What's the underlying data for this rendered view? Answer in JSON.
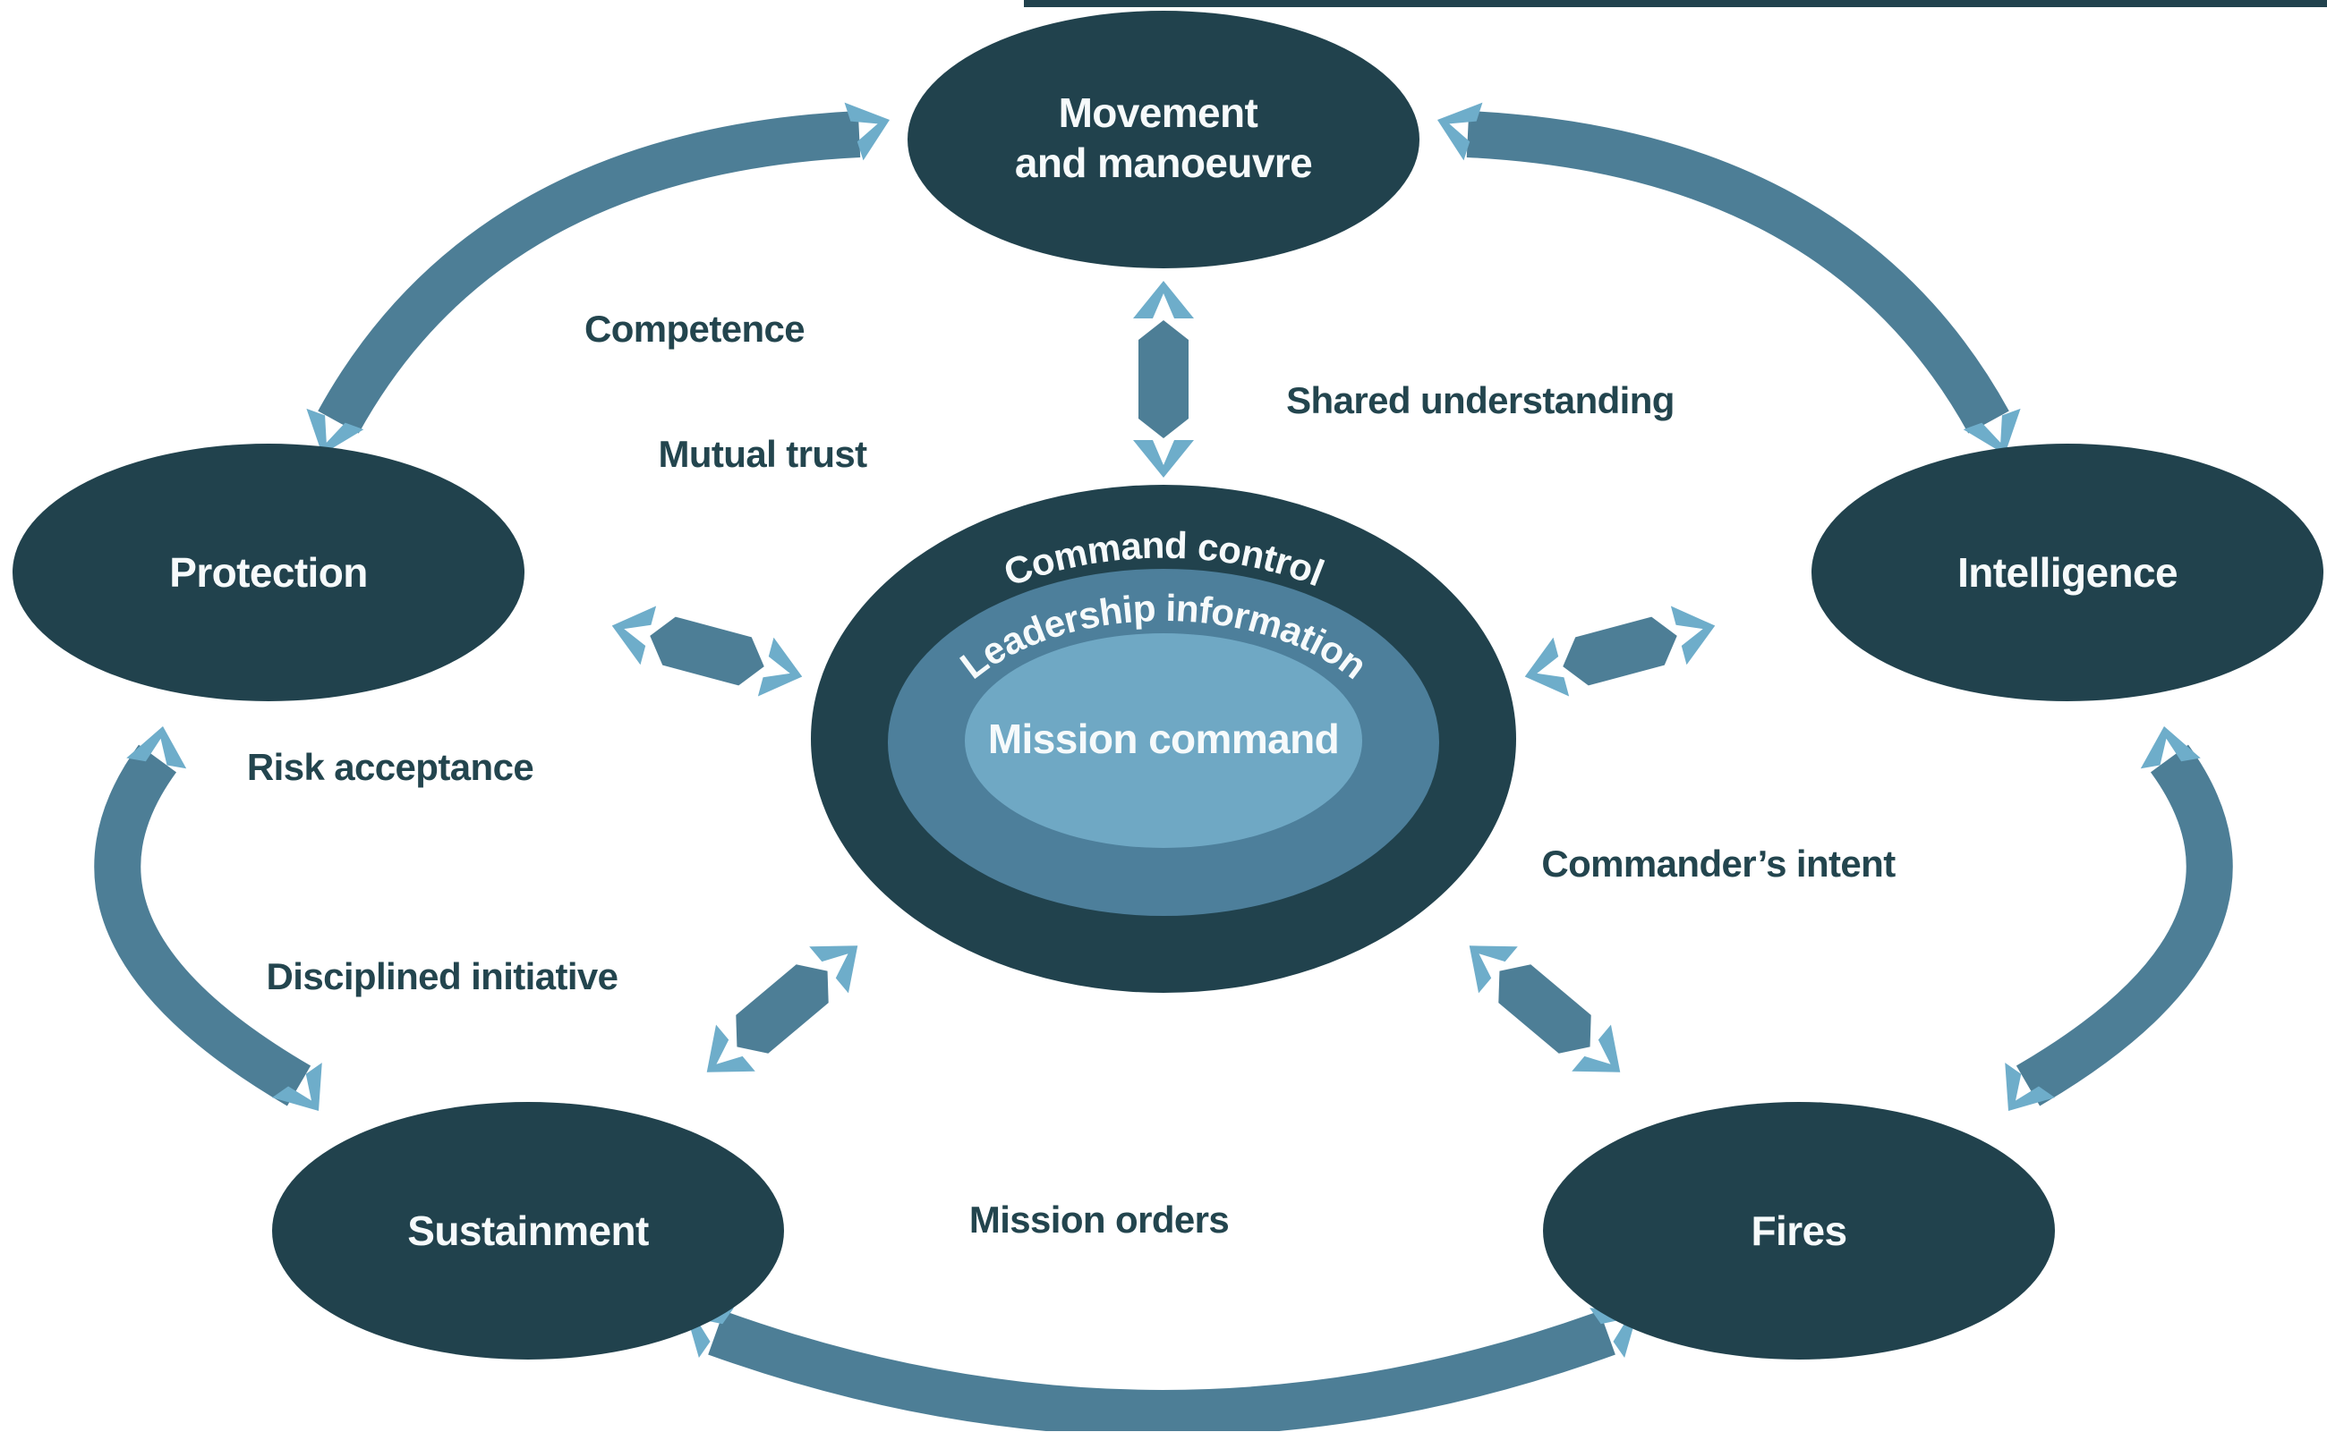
{
  "center": {
    "outer_label": "Command control",
    "middle_label": "Leadership information",
    "inner_label": "Mission command"
  },
  "nodes": {
    "movement": {
      "line1": "Movement",
      "line2": "and manoeuvre"
    },
    "protection": {
      "label": "Protection"
    },
    "intelligence": {
      "label": "Intelligence"
    },
    "sustainment": {
      "label": "Sustainment"
    },
    "fires": {
      "label": "Fires"
    }
  },
  "labels": {
    "competence": "Competence",
    "mutual_trust": "Mutual trust",
    "shared_understanding": "Shared understanding",
    "risk_acceptance": "Risk acceptance",
    "disciplined_initiative": "Disciplined initiative",
    "commanders_intent": "Commander’s intent",
    "mission_orders": "Mission orders"
  },
  "colors": {
    "node": "#21424d",
    "ring_middle": "#4d7f9b",
    "ring_inner": "#6fa8c4",
    "shaft": "#4d7e96",
    "chev": "#6eadca",
    "label_text": "#23454e",
    "node_text": "#f6fafb",
    "bg": "#ffffff"
  }
}
